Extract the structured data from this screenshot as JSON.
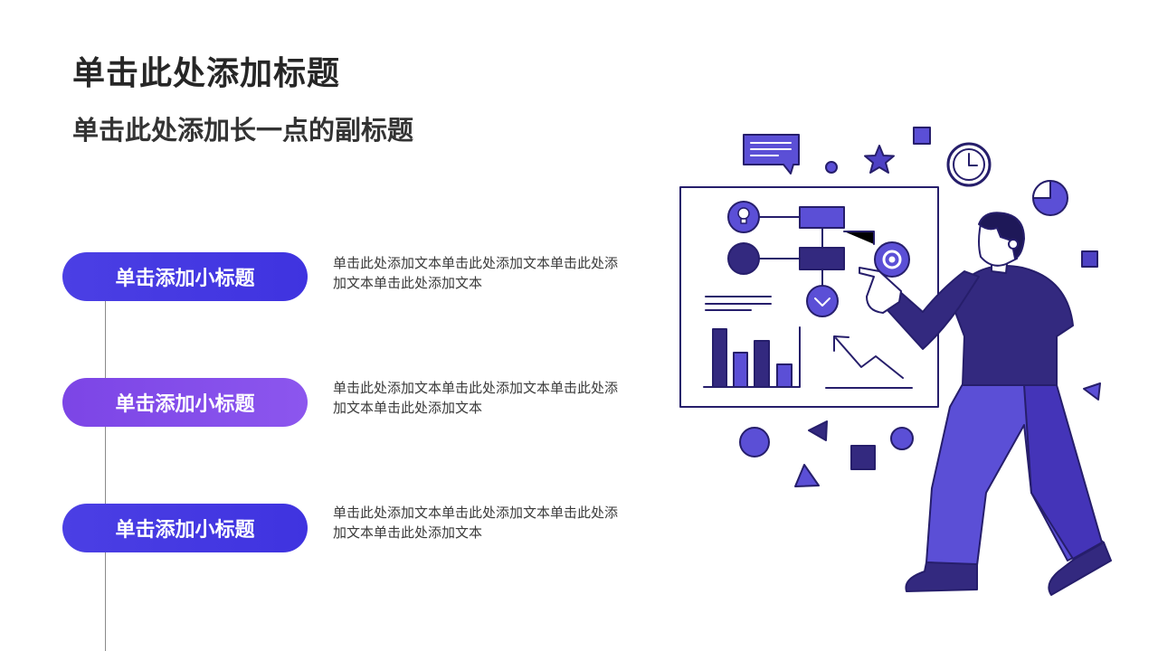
{
  "slide": {
    "title": "单击此处添加标题",
    "subtitle": "单击此处添加长一点的副标题",
    "items": [
      {
        "label": "单击添加小标题",
        "desc_line1": "单击此处添加文本单击此处添加文本单击此处添",
        "desc_line2": "加文本单击此处添加文本"
      },
      {
        "label": "单击添加小标题",
        "desc_line1": "单击此处添加文本单击此处添加文本单击此处添",
        "desc_line2": "加文本单击此处添加文本"
      },
      {
        "label": "单击添加小标题",
        "desc_line1": "单击此处添加文本单击此处添加文本单击此处添",
        "desc_line2": "加文本单击此处添加文本"
      }
    ]
  },
  "colors": {
    "accent_blue": "#4338e3",
    "accent_violet": "#8450ea",
    "illustration_dark": "#33297f",
    "illustration_mid": "#5b4fd6"
  },
  "illustration": {
    "icons": [
      "chat-bubble-icon",
      "star-icon",
      "clock-icon",
      "pie-chart-icon",
      "lightbulb-icon",
      "gear-icon",
      "bar-chart-icon",
      "trend-arrow-icon"
    ]
  }
}
